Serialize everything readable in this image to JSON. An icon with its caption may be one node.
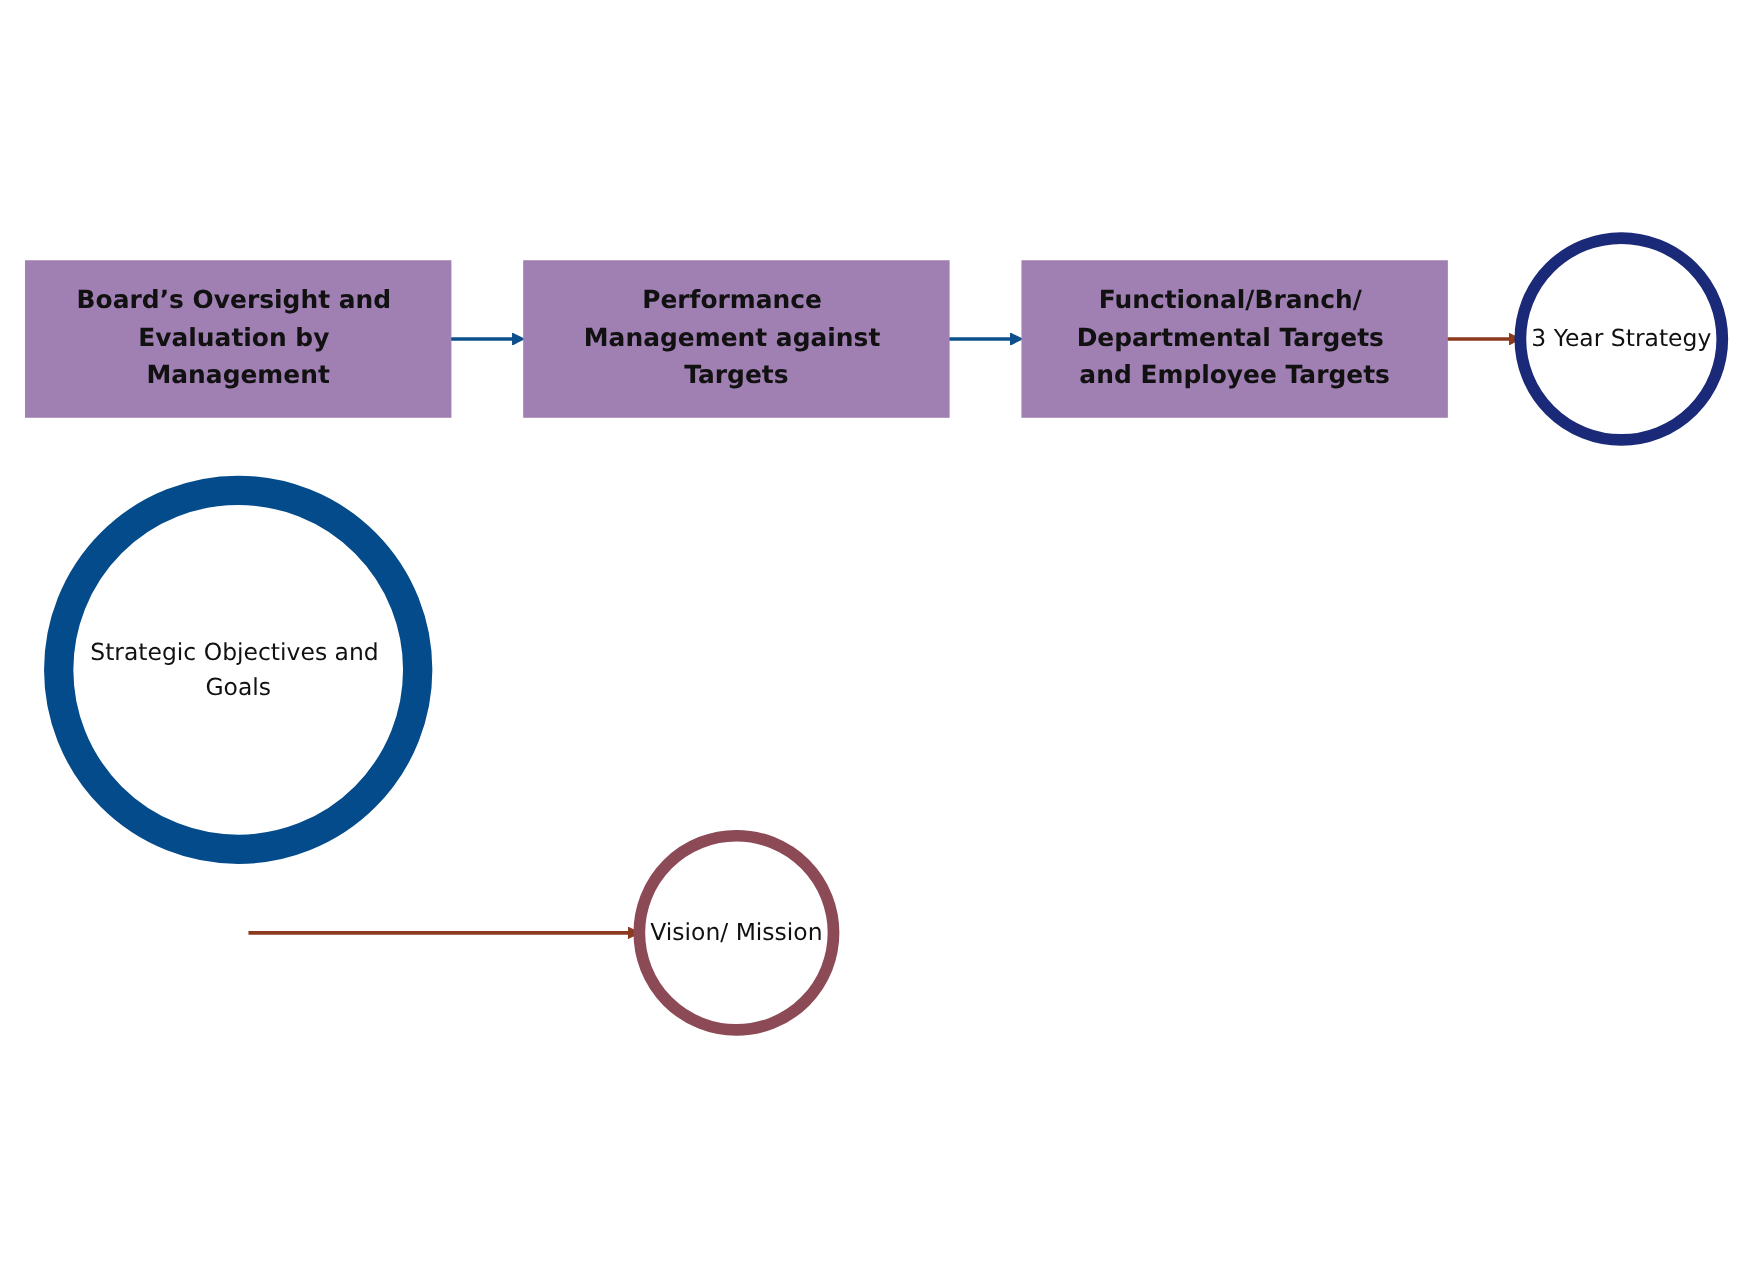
{
  "diagram": {
    "nodes": [
      {
        "text": [
          "Board’s Oversight and Evaluation by Management"
        ]
      },
      {
        "text": [
          "Performance Management against Targets"
        ]
      },
      {
        "text": [
          "Functional/Branch/ Departmental Targets and Employee Targets"
        ]
      },
      {
        "text": [
          "3 Year Strategy"
        ]
      },
      {
        "text": [
          "Vision/ Mission"
        ]
      },
      {
        "text": [
          "Strategic Objectives and Goals"
        ]
      }
    ],
    "edges": [
      {
        "from": 0,
        "to": 1,
        "arrow": "to",
        "color": "#0d4f8b"
      },
      {
        "from": 1,
        "to": 2,
        "arrow": "to",
        "color": "#0d4f8b"
      },
      {
        "from": 2,
        "to": 3,
        "arrow": "to",
        "color": "#8b3a1e"
      },
      {
        "from": null,
        "to": 4,
        "arrow": "to",
        "color": "#8b3a1e"
      }
    ]
  }
}
